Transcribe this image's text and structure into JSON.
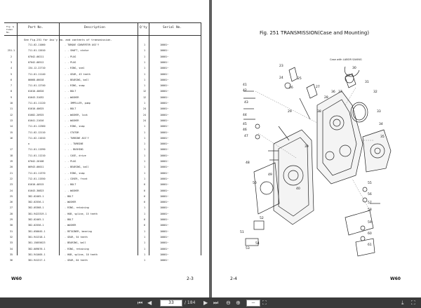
{
  "left_page": {
    "headers": {
      "fig": "Fig. &\nIndex No.",
      "part_no": "Part No.",
      "description": "Description",
      "qty": "Q'ty",
      "serial": "Serial No."
    },
    "note": "See Fig.251 for Ass'y No. and contents of transmission.",
    "rows": [
      {
        "fig": "",
        "no": "1",
        "part": "711-02-11000",
        "desc": ". TORQUE CONVERTER ASS'Y",
        "qty": "1",
        "serial": "10001~"
      },
      {
        "fig": "251-1",
        "no": "",
        "part": "711-01-12010",
        "desc": ". . SHAFT, stator",
        "qty": "1",
        "serial": "10001~"
      },
      {
        "fig": "2",
        "no": "",
        "part": "07042-00211",
        "desc": ". . PLUG",
        "qty": "1",
        "serial": "10001~"
      },
      {
        "fig": "3",
        "no": "",
        "part": "07042-00512",
        "desc": ". . PLUG",
        "qty": "1",
        "serial": "10001~"
      },
      {
        "fig": "4",
        "no": "",
        "part": "134-12-22710",
        "desc": ". . RING, seal",
        "qty": "1",
        "serial": "10001~"
      },
      {
        "fig": "5",
        "no": "",
        "part": "711-01-11140",
        "desc": ". . GEAR, 43 teeth",
        "qty": "1",
        "serial": "10001~"
      },
      {
        "fig": "6",
        "no": "",
        "part": "06668-06018",
        "desc": ". . BEARING, ball",
        "qty": "1",
        "serial": "10001~"
      },
      {
        "fig": "7",
        "no": "",
        "part": "711-01-12740",
        "desc": ". . RING, snap",
        "qty": "1",
        "serial": "10001~"
      },
      {
        "fig": "8",
        "no": "",
        "part": "01010-40620",
        "desc": ". . BOLT",
        "qty": "12",
        "serial": "10001~"
      },
      {
        "fig": "9",
        "no": "",
        "part": "01643-31032",
        "desc": ". . WASHER",
        "qty": "12",
        "serial": "10001~"
      },
      {
        "fig": "10",
        "no": "",
        "part": "711-01-11120",
        "desc": ". . IMPELLER, pump",
        "qty": "1",
        "serial": "10001~"
      },
      {
        "fig": "11",
        "no": "",
        "part": "01010-40625",
        "desc": ". . BOLT",
        "qty": "24",
        "serial": "10001~"
      },
      {
        "fig": "12",
        "no": "",
        "part": "01602-20925",
        "desc": ". . WASHER, lock",
        "qty": "24",
        "serial": "10001~"
      },
      {
        "fig": "13",
        "no": "",
        "part": "01641-21016",
        "desc": ". . WASHER",
        "qty": "24",
        "serial": "10001~"
      },
      {
        "fig": "14",
        "no": "",
        "part": "711-01-12360",
        "desc": ". . RING, snap",
        "qty": "1",
        "serial": "10001~"
      },
      {
        "fig": "15",
        "no": "",
        "part": "711-02-12110",
        "desc": ". . STATOR",
        "qty": "1",
        "serial": "10001~"
      },
      {
        "fig": "16",
        "no": "",
        "part": "711-02-11010",
        "desc": ". . TURBINE ASS'Y",
        "qty": "1",
        "serial": "10001~"
      },
      {
        "fig": "",
        "no": "",
        "part": "o",
        "desc": ". . . TURBINE",
        "qty": "1",
        "serial": "10001~"
      },
      {
        "fig": "17",
        "no": "",
        "part": "711-01-11590",
        "desc": ". . . BUSHING",
        "qty": "1",
        "serial": "10001~"
      },
      {
        "fig": "18",
        "no": "",
        "part": "711-01-11210",
        "desc": ". . CASE, drive",
        "qty": "1",
        "serial": "10001~"
      },
      {
        "fig": "19",
        "no": "",
        "part": "07042-20108",
        "desc": ". . PLUG",
        "qty": "1",
        "serial": "10001~"
      },
      {
        "fig": "20",
        "no": "",
        "part": "06943-06011",
        "desc": ". . BEARING, ball",
        "qty": "1",
        "serial": "10001~"
      },
      {
        "fig": "21",
        "no": "",
        "part": "711-01-11370",
        "desc": ". . RING, snap",
        "qty": "1",
        "serial": "10001~"
      },
      {
        "fig": "22",
        "no": "",
        "part": "712-01-11550",
        "desc": ". . COVER, front",
        "qty": "1",
        "serial": "10001~"
      },
      {
        "fig": "23",
        "no": "",
        "part": "01010-40515",
        "desc": ". . BOLT",
        "qty": "6",
        "serial": "10001~"
      },
      {
        "fig": "24",
        "no": "",
        "part": "01643-30823",
        "desc": ". . WASHER",
        "qty": "6",
        "serial": "10001~"
      },
      {
        "fig": "25",
        "no": "",
        "part": "382-02465-1",
        "desc": ". BOLT",
        "qty": "6",
        "serial": "10001~"
      },
      {
        "fig": "26",
        "no": "",
        "part": "382-02556-1",
        "desc": ". WASHER",
        "qty": "6",
        "serial": "10001~"
      },
      {
        "fig": "27",
        "no": "",
        "part": "382-05368-1",
        "desc": ". RING, retaining",
        "qty": "1",
        "serial": "10001~"
      },
      {
        "fig": "28",
        "no": "",
        "part": "381-9423319-1",
        "desc": ". HUB, spline, 15 teeth",
        "qty": "1",
        "serial": "10001~"
      },
      {
        "fig": "29",
        "no": "",
        "part": "382-02465-1",
        "desc": ". BOLT",
        "qty": "6",
        "serial": "10001~"
      },
      {
        "fig": "30",
        "no": "",
        "part": "382-02556-1",
        "desc": ". WASHER",
        "qty": "6",
        "serial": "10001~"
      },
      {
        "fig": "31",
        "no": "",
        "part": "381-050045-1",
        "desc": ". RETAINER, bearing",
        "qty": "1",
        "serial": "10001~"
      },
      {
        "fig": "32",
        "no": "",
        "part": "381-941318-1",
        "desc": ". GEAR, 54 teeth",
        "qty": "1",
        "serial": "10001~"
      },
      {
        "fig": "33",
        "no": "",
        "part": "381-15055623",
        "desc": ". BEARING, ball",
        "qty": "1",
        "serial": "10001~"
      },
      {
        "fig": "34",
        "no": "",
        "part": "382-009876-1",
        "desc": ". RING, retaining",
        "qty": "1",
        "serial": "10001~"
      },
      {
        "fig": "35",
        "no": "",
        "part": "381-941605-1",
        "desc": ". HUB, spline, 10 teeth",
        "qty": "1",
        "serial": "10001~"
      },
      {
        "fig": "36",
        "no": "",
        "part": "381-941317-1",
        "desc": ". GEAR, 64 teeth",
        "qty": "1",
        "serial": "10001~"
      }
    ],
    "footer_model": "W60",
    "footer_page": "2-3"
  },
  "right_page": {
    "fig_title": "Fig.  251  TRANSMISSION(Case and Mounting)",
    "case_label": "Case with LABOR SAVING",
    "footer_page": "2-4",
    "footer_model": "W60",
    "callouts": [
      "23",
      "24",
      "25",
      "26",
      "27",
      "28",
      "29",
      "30",
      "31",
      "32",
      "33",
      "34",
      "35",
      "36",
      "37",
      "38",
      "39",
      "40",
      "41",
      "42",
      "43",
      "44",
      "45",
      "46",
      "47",
      "48",
      "49",
      "50",
      "51",
      "52",
      "53",
      "54",
      "55",
      "56",
      "57",
      "58",
      "59",
      "60",
      "61"
    ]
  },
  "toolbar": {
    "page_current": "33",
    "page_total": "/ 184",
    "zoom": "—"
  }
}
